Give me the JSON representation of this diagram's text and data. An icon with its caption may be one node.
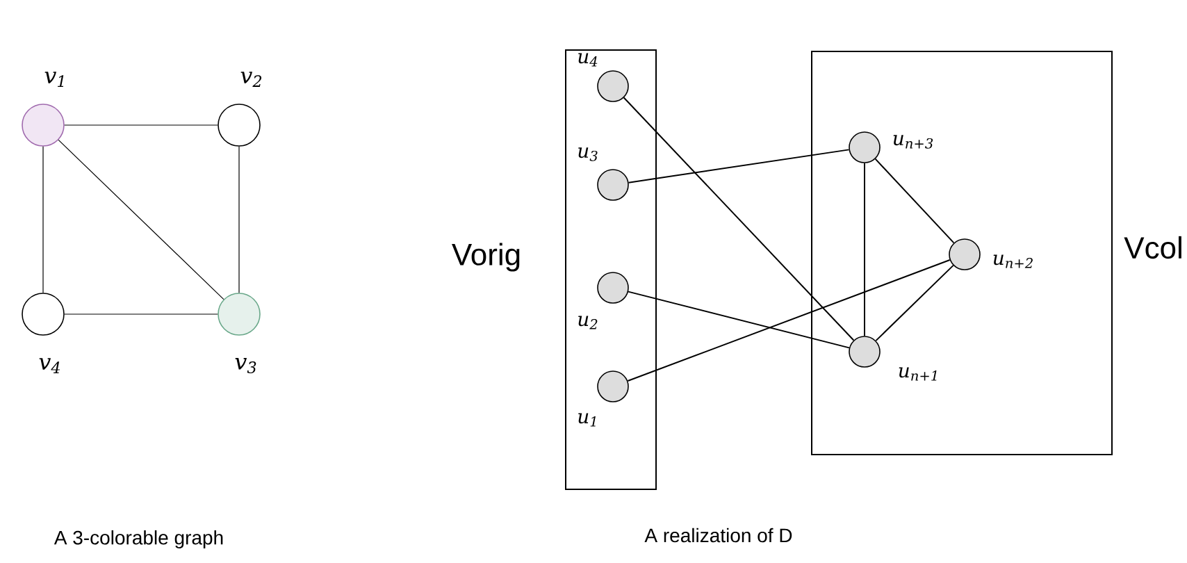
{
  "diagram": {
    "nodes": [
      {
        "text": [
          "*v*$_{1}$"
        ]
      },
      {
        "text": [
          "*v*$_{2}$"
        ]
      },
      {
        "text": [
          "*v*$_{4}$"
        ]
      },
      {
        "text": [
          "*v*$_{3}$"
        ]
      },
      {
        "text": [
          "Vorig"
        ]
      },
      {
        "text": [
          "*u*$_{4}$"
        ],
        "in": 4
      },
      {
        "text": [
          "*u*$_{3}$"
        ],
        "in": 4
      },
      {
        "text": [
          "*u*$_{2}$"
        ],
        "in": 4
      },
      {
        "text": [
          "*u*$_{1}$"
        ],
        "in": 4
      },
      {
        "text": [
          "Vcol"
        ]
      },
      {
        "text": [
          "*u*$_{n+3}$"
        ],
        "in": 9
      },
      {
        "text": [
          "*u*$_{n+2}$"
        ],
        "in": 9
      },
      {
        "text": [
          "*u*$_{n+1}$"
        ],
        "in": 9
      }
    ],
    "edges": [
      {
        "from": 0,
        "to": 1,
        "arrow": "none"
      },
      {
        "from": 1,
        "to": 3,
        "arrow": "none"
      },
      {
        "from": 0,
        "to": 3,
        "arrow": "none"
      },
      {
        "from": 0,
        "to": 2,
        "arrow": "none"
      },
      {
        "from": 2,
        "to": 3,
        "arrow": "none"
      },
      {
        "from": 5,
        "to": 12,
        "arrow": "none"
      },
      {
        "from": 6,
        "to": 10,
        "arrow": "none"
      },
      {
        "from": 7,
        "to": 12,
        "arrow": "none"
      },
      {
        "from": 8,
        "to": 11,
        "arrow": "none"
      },
      {
        "from": 10,
        "to": 11,
        "arrow": "none"
      },
      {
        "from": 10,
        "to": 12,
        "arrow": "none"
      },
      {
        "from": 12,
        "to": 11,
        "arrow": "none"
      }
    ],
    "labels": [
      "A 3-colorable graph",
      "A realization of D"
    ]
  }
}
